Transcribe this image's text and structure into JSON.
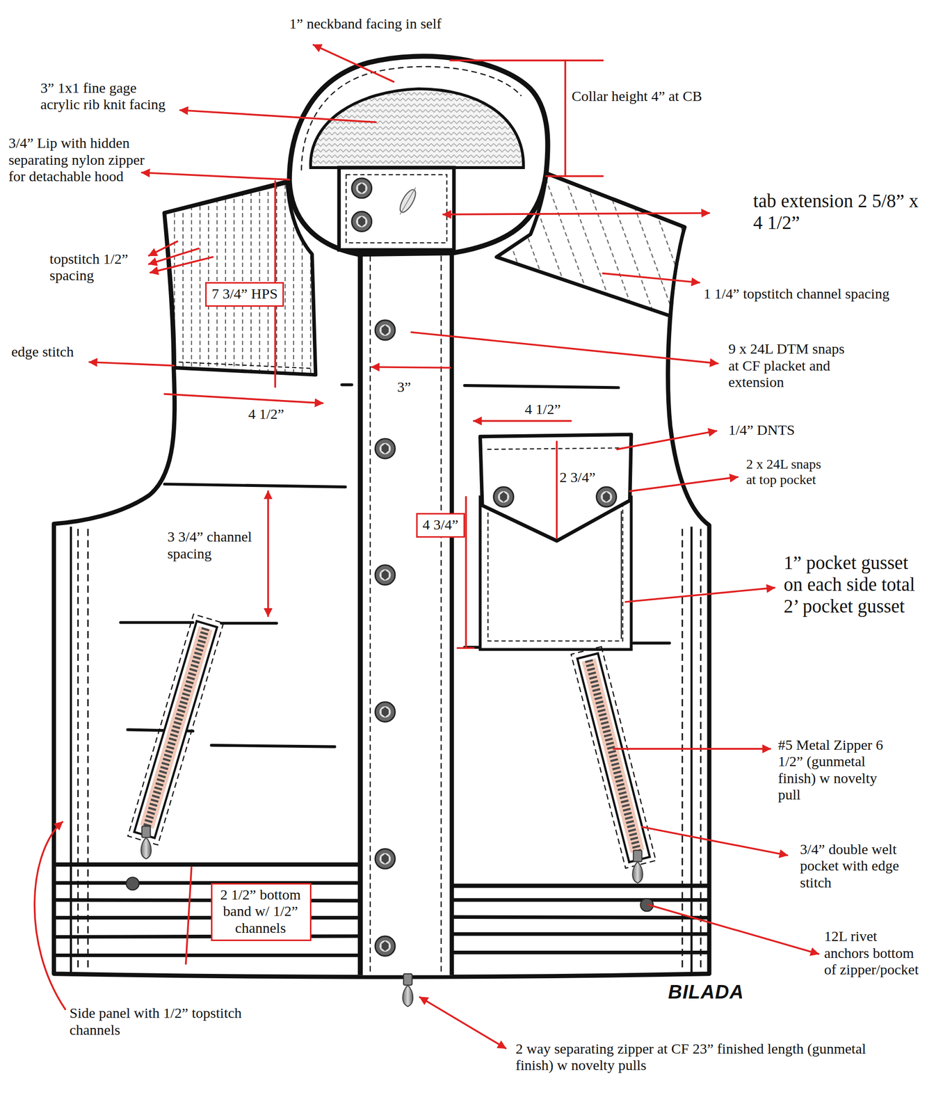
{
  "diagram": {
    "nodes": [
      {
        "text": [
          "7 3/4” HPS"
        ]
      },
      {
        "text": [
          "4 3/4”"
        ]
      },
      {
        "text": [
          "2 1/2” bottom band w/ 1/2” channels"
        ]
      }
    ],
    "labels": [
      "1” neckband facing in self",
      "3” 1x1 fine gage acrylic rib knit facing",
      "Collar height 4” at CB",
      "3/4” Lip with hidden separating nylon zipper for detachable hood",
      "tab extension 2 5/8” x 4 1/2”",
      "topstitch 1/2” spacing",
      "1 1/4” topstitch channel spacing",
      "edge stitch",
      "9 x 24L DTM snaps at CF placket and extension",
      "3”",
      "4 1/2”",
      "4 1/2”",
      "1/4” DNTS",
      "2 3/4”",
      "2 x 24L snaps at top pocket",
      "3 3/4” channel spacing",
      "1” pocket gusset on each side total 2’ pocket gusset",
      "#5 Metal Zipper 6 1/2” (gunmetal finish) w novelty pull",
      "3/4” double welt pocket with edge stitch",
      "12L rivet anchors bottom of zipper/pocket",
      "BILADA",
      "Side panel with 1/2” topstitch channels",
      "2 way separating zipper at CF 23” finished length (gunmetal finish) w novelty pulls"
    ]
  }
}
